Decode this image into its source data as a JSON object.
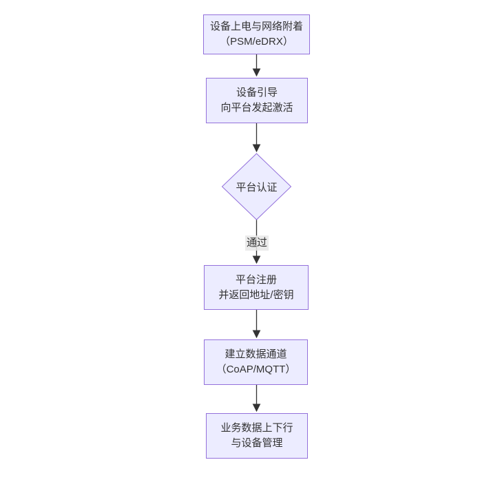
{
  "diagram": {
    "type": "flowchart",
    "direction": "top-down",
    "theme": {
      "node_fill": "#ECECFF",
      "node_border": "#9370DB",
      "text_color": "#333333",
      "edge_color": "#333333",
      "edge_label_bg": "#e8e8e8",
      "canvas_bg": "#ffffff"
    },
    "nodes": [
      {
        "id": "power-on",
        "type": "rect",
        "label": "设备上电与网络附着\n（PSM/eDRX）"
      },
      {
        "id": "bootstrap",
        "type": "rect",
        "label": "设备引导\n向平台发起激活"
      },
      {
        "id": "platform-auth",
        "type": "diamond",
        "label": "平台认证"
      },
      {
        "id": "platform-register",
        "type": "rect",
        "label": "平台注册\n并返回地址/密钥"
      },
      {
        "id": "data-channel",
        "type": "rect",
        "label": "建立数据通道\n（CoAP/MQTT）"
      },
      {
        "id": "business-data",
        "type": "rect",
        "label": "业务数据上下行\n与设备管理"
      }
    ],
    "edges": [
      {
        "from": "power-on",
        "to": "bootstrap",
        "label": ""
      },
      {
        "from": "bootstrap",
        "to": "platform-auth",
        "label": ""
      },
      {
        "from": "platform-auth",
        "to": "platform-register",
        "label": "通过"
      },
      {
        "from": "platform-register",
        "to": "data-channel",
        "label": ""
      },
      {
        "from": "data-channel",
        "to": "business-data",
        "label": ""
      }
    ]
  }
}
